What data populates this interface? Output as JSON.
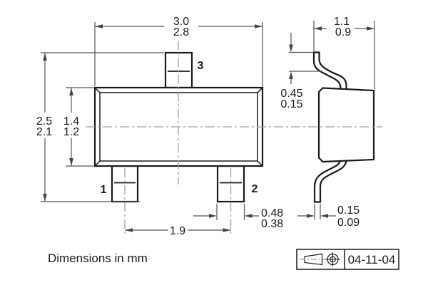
{
  "colors": {
    "line": "#1a1a1a",
    "dimension_line": "#555555",
    "centerline": "#a0a0a0",
    "background": "#ffffff"
  },
  "views": {
    "front": {
      "label_pin1": "1",
      "label_pin2": "2",
      "label_pin3": "3",
      "width_max": "3.0",
      "width_min": "2.8",
      "total_height_max": "2.5",
      "total_height_min": "2.1",
      "body_height_max": "1.4",
      "body_height_min": "1.2",
      "pin_pitch": "1.9",
      "pin_width_max": "0.48",
      "pin_width_min": "0.38"
    },
    "side": {
      "depth_max": "1.1",
      "depth_min": "0.9",
      "lead_top_max": "0.45",
      "lead_top_min": "0.15",
      "lead_thickness_max": "0.15",
      "lead_thickness_min": "0.09"
    }
  },
  "footer": {
    "units_note": "Dimensions in mm"
  },
  "title_block": {
    "date": "04-11-04"
  }
}
